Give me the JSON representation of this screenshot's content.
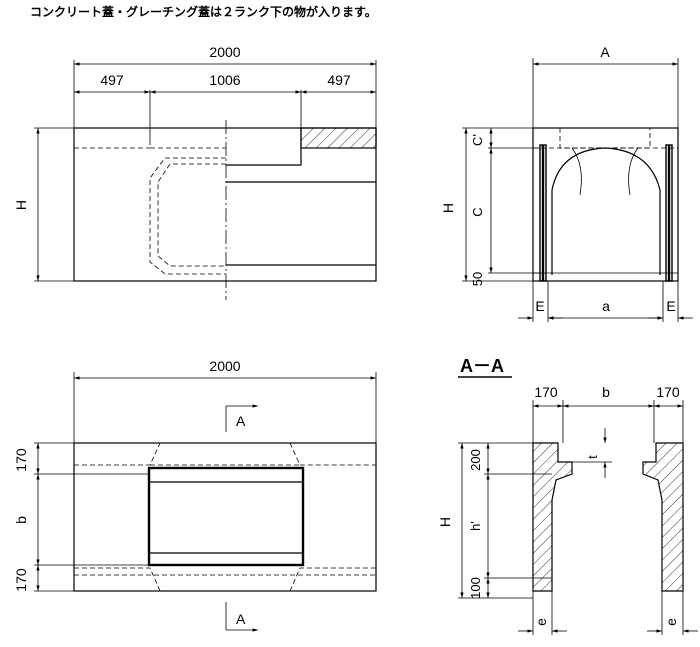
{
  "note": "コンクリート蓋・グレーチング蓋は２ランク下の物が入ります。",
  "front_view": {
    "overall_width": "2000",
    "left_segment": "497",
    "middle_segment": "1006",
    "right_segment": "497",
    "height_label": "H"
  },
  "side_view": {
    "width_label": "A",
    "height_label": "H",
    "c_prime_label": "C'",
    "c_label": "C",
    "base_label": "50",
    "e_left_label": "E",
    "a_label": "a",
    "e_right_label": "E"
  },
  "plan_view": {
    "overall_width": "2000",
    "top_label": "170",
    "middle_label": "b",
    "bottom_label": "170",
    "section_top": "A",
    "section_bottom": "A"
  },
  "section_view": {
    "title": "A－A",
    "left_width": "170",
    "middle_label": "b",
    "right_width": "170",
    "top_height": "200",
    "h_prime_label": "h'",
    "bottom_height": "100",
    "height_label": "H",
    "t_label": "t",
    "e_left_label": "e",
    "e_right_label": "e"
  }
}
